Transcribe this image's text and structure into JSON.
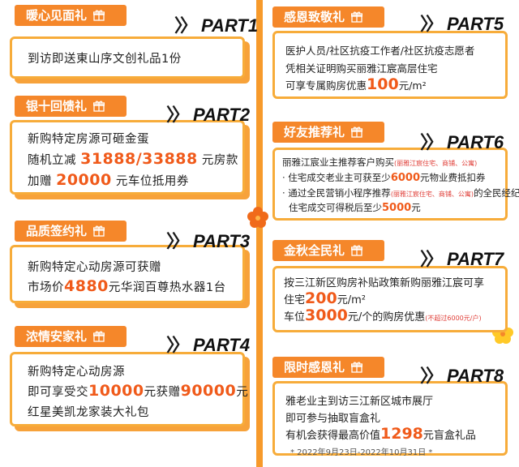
{
  "cards": [
    {
      "tag": "暖心见面礼",
      "part": "PART1",
      "lines": [
        "到访即送東山序文创礼品1份"
      ]
    },
    {
      "tag": "银十回馈礼",
      "part": "PART2",
      "lines": [
        [
          "新购特定房源可砸金蛋"
        ],
        [
          "随机立减 ",
          "31888/33888",
          " 元房款"
        ],
        [
          "加赠 ",
          "20000",
          " 元车位抵用券"
        ]
      ]
    },
    {
      "tag": "品质签约礼",
      "part": "PART3",
      "lines": [
        [
          "新购特定心动房源可获赠"
        ],
        [
          "市场价",
          "4880",
          "元华润百尊热水器1台"
        ]
      ]
    },
    {
      "tag": "浓情安家礼",
      "part": "PART4",
      "lines": [
        [
          "新购特定心动房源"
        ],
        [
          "即可享受交",
          "10000",
          "元获赠",
          "90000",
          "元"
        ],
        [
          "红星美凯龙家装大礼包"
        ]
      ]
    },
    {
      "tag": "感恩致敬礼",
      "part": "PART5",
      "lines": [
        [
          "医护人员/社区抗疫工作者/社区抗疫志愿者"
        ],
        [
          "凭相关证明购买丽雅江宸高层住宅"
        ],
        [
          "可享专属购房优惠",
          "100",
          "元/m²"
        ]
      ]
    },
    {
      "tag": "好友推荐礼",
      "part": "PART6",
      "intro": "丽雅江宸业主推荐客户购买",
      "intro_note": "(丽雅江宸住宅、商铺、公寓)",
      "b1a": "· 住宅成交老业主可获至少",
      "b1v": "6000",
      "b1b": "元物业费抵扣券",
      "b2a": "· 通过全民营销小程序推荐",
      "b2note": "(丽雅江宸住宅、商铺、公寓)",
      "b2b": "的全民经纪人",
      "b3a": "住宅成交可得税后至少",
      "b3v": "5000",
      "b3b": "元"
    },
    {
      "tag": "金秋全民礼",
      "part": "PART7",
      "l1": "按三江新区购房补贴政策新购丽雅江宸可享",
      "l2a": "住宅",
      "l2v": "200",
      "l2b": "元/m²",
      "l3a": "车位",
      "l3v": "3000",
      "l3b": "元/个的购房优惠",
      "l3note": "(不超过6000元/户)"
    },
    {
      "tag": "限时感恩礼",
      "part": "PART8",
      "l1": "雅老业主到访三江新区城市展厅",
      "l2": "即可参与抽取盲盒礼",
      "l3a": "有机会获得最高价值",
      "l3v": "1298",
      "l3b": "元盲盒礼品",
      "foot": "* 2022年9月23日-2022年10月31日 *"
    }
  ],
  "colors": {
    "accent": "#f5872a",
    "highlight": "#f05a1a",
    "border": "#f7ac3a"
  },
  "icons": [
    "gift-icon",
    "double-chevron-icon",
    "flower-decoration-icon"
  ]
}
